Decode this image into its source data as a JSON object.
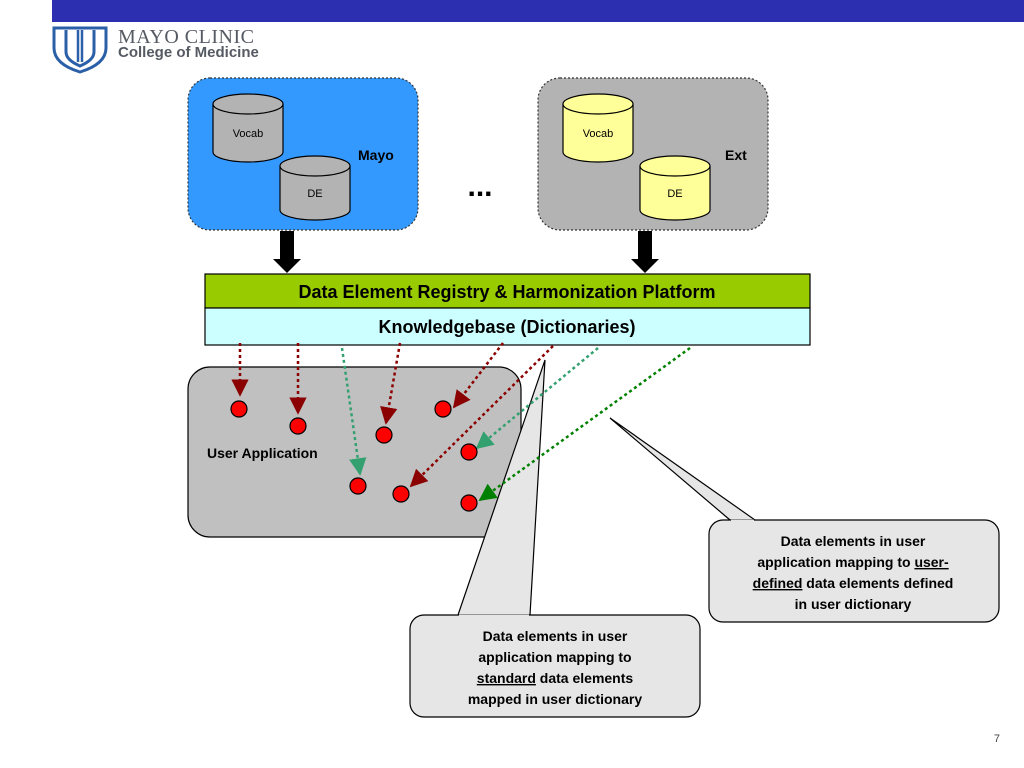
{
  "header": {
    "bar_color": "#2b2fb0",
    "logo_line1": "MAYO CLINIC",
    "logo_line2": "College of Medicine"
  },
  "sources": {
    "mayo": {
      "label": "Mayo",
      "fill": "#3399ff",
      "db_vocab": "Vocab",
      "db_de": "DE",
      "db_color": "#b3b3b3"
    },
    "ellipsis": "...",
    "ext": {
      "label": "Ext",
      "fill": "#b3b3b3",
      "db_vocab": "Vocab",
      "db_de": "DE",
      "db_color": "#ffff99"
    }
  },
  "platform": {
    "title": "Data Element Registry & Harmonization Platform",
    "title_fill": "#99cc00",
    "kb": "Knowledgebase (Dictionaries)",
    "kb_fill": "#ccffff"
  },
  "user_app": {
    "label": "User Application"
  },
  "callouts": {
    "user_defined": {
      "line1": "Data elements in user",
      "line2_prefix": "application mapping to ",
      "line2_underline": "user-",
      "line3_underline": "defined",
      "line3_suffix": " data elements defined",
      "line4": "in user dictionary"
    },
    "standard": {
      "line1": "Data elements in user",
      "line2": "application mapping to",
      "line3_underline": "standard",
      "line3_suffix": " data elements",
      "line4": "mapped in user dictionary"
    }
  },
  "page_number": "7"
}
